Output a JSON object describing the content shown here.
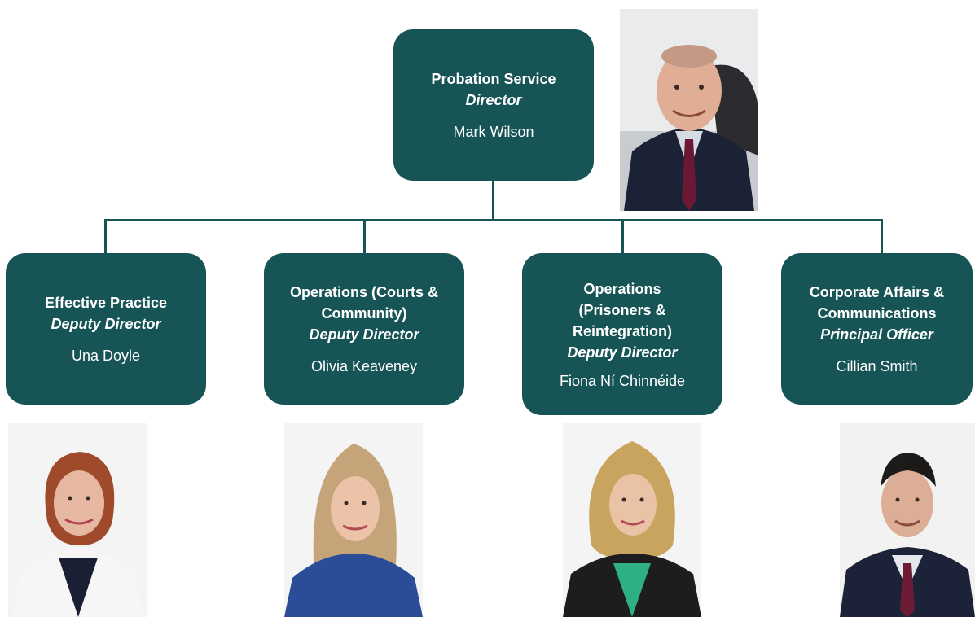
{
  "director": {
    "unit": "Probation Service",
    "role": "Director",
    "name": "Mark Wilson"
  },
  "deputies": [
    {
      "unit_lines": [
        "Effective Practice"
      ],
      "role": "Deputy Director",
      "name": "Una Doyle"
    },
    {
      "unit_lines": [
        "Operations (Courts &",
        "Community)"
      ],
      "role": "Deputy Director",
      "name": "Olivia Keaveney"
    },
    {
      "unit_lines": [
        "Operations",
        "(Prisoners &",
        "Reintegration)"
      ],
      "role": "Deputy Director",
      "name": "Fiona Ní Chinnéide"
    },
    {
      "unit_lines": [
        "Corporate Affairs &",
        "Communications"
      ],
      "role": "Principal Officer",
      "name": "Cillian Smith"
    }
  ],
  "colors": {
    "box": "#175456",
    "text": "#ffffff",
    "connector": "#175456"
  }
}
